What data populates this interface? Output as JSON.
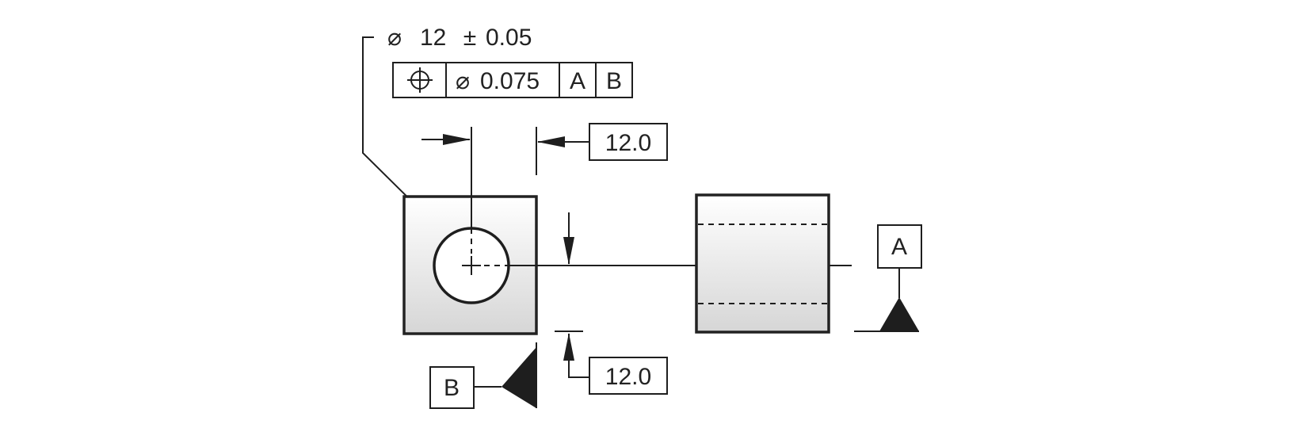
{
  "callout": {
    "diameter_symbol": "⌀",
    "size": "12",
    "tolerance_symbol": "±",
    "tolerance": "0.05"
  },
  "feature_control_frame": {
    "characteristic_icon": "position-icon",
    "tolerance_zone_symbol": "⌀",
    "tolerance": "0.075",
    "primary_datum": "A",
    "secondary_datum": "B"
  },
  "dimensions": {
    "horizontal_basic": "12.0",
    "vertical_basic": "12.0"
  },
  "datums": {
    "a_label": "A",
    "b_label": "B"
  }
}
